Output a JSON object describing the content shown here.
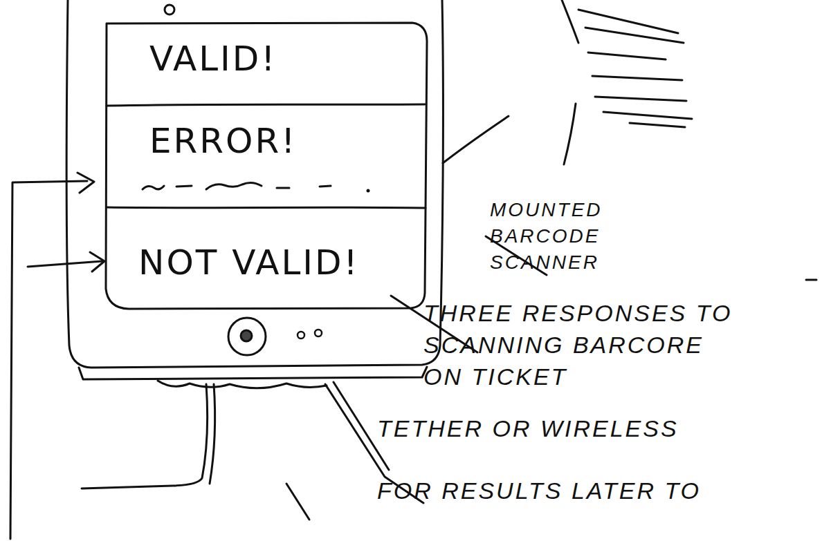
{
  "diagram": {
    "nodes": [
      {
        "text": [
          "VALID!"
        ]
      },
      {
        "text": [
          "ERROR!"
        ]
      },
      {
        "text": [
          "NOT VALID!"
        ]
      }
    ],
    "labels": [
      "MOUNTED BARCODE SCANNER",
      "THREE RESPONSES TO SCANNING BARCORE ON TICKET",
      "TETHER OR WIRELESS FOR RESULTS LATER TO"
    ]
  }
}
